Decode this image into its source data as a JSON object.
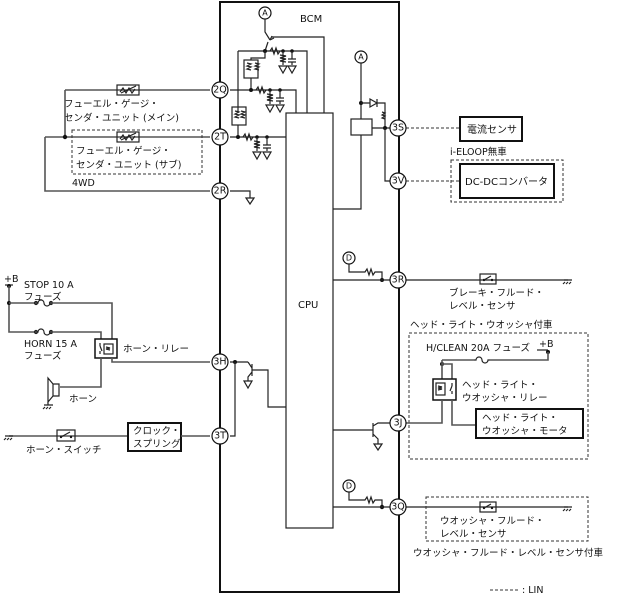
{
  "module": {
    "name": "BCM",
    "cpu": "CPU"
  },
  "markers": {
    "a": "A",
    "d": "D"
  },
  "pins": {
    "p2Q": "2Q",
    "p2T": "2T",
    "p2R": "2R",
    "p3H": "3H",
    "p3T": "3T",
    "p3S": "3S",
    "p3V": "3V",
    "p3R": "3R",
    "p3J": "3J",
    "p3Q": "3Q"
  },
  "left": {
    "fuel_main_l1": "フューエル・ゲージ・",
    "fuel_main_l2": "センダ・ユニット (メイン)",
    "fuel_sub_l1": "フューエル・ゲージ・",
    "fuel_sub_l2": "センダ・ユニット (サブ)",
    "fwd": "4WD",
    "plus_b": "+B",
    "stop_fuse_l1": "STOP 10 A",
    "stop_fuse_l2": "フューズ",
    "horn_fuse_l1": "HORN 15 A",
    "horn_fuse_l2": "フューズ",
    "horn_relay": "ホーン・リレー",
    "horn": "ホーン",
    "horn_switch": "ホーン・スイッチ",
    "clock_spring_l1": "クロック・",
    "clock_spring_l2": "スプリング"
  },
  "right": {
    "current_sensor": "電流センサ",
    "ieloop": "i-ELOOP無車",
    "dcdc": "DC-DCコンバータ",
    "brake_l1": "ブレーキ・フルード・",
    "brake_l2": "レベル・センサ",
    "hlw_with": "ヘッド・ライト・ウオッシャ付車",
    "hclean_fuse": "H/CLEAN 20A フューズ",
    "plus_b": "+B",
    "hlw_relay_l1": "ヘッド・ライト・",
    "hlw_relay_l2": "ウオッシャ・リレー",
    "hlw_motor_l1": "ヘッド・ライト・",
    "hlw_motor_l2": "ウオッシャ・モータ",
    "washer_l1": "ウオッシャ・フルード・",
    "washer_l2": "レベル・センサ",
    "washer_with": "ウオッシャ・フルード・レベル・センサ付車"
  },
  "legend": {
    "lin": ": LIN"
  }
}
